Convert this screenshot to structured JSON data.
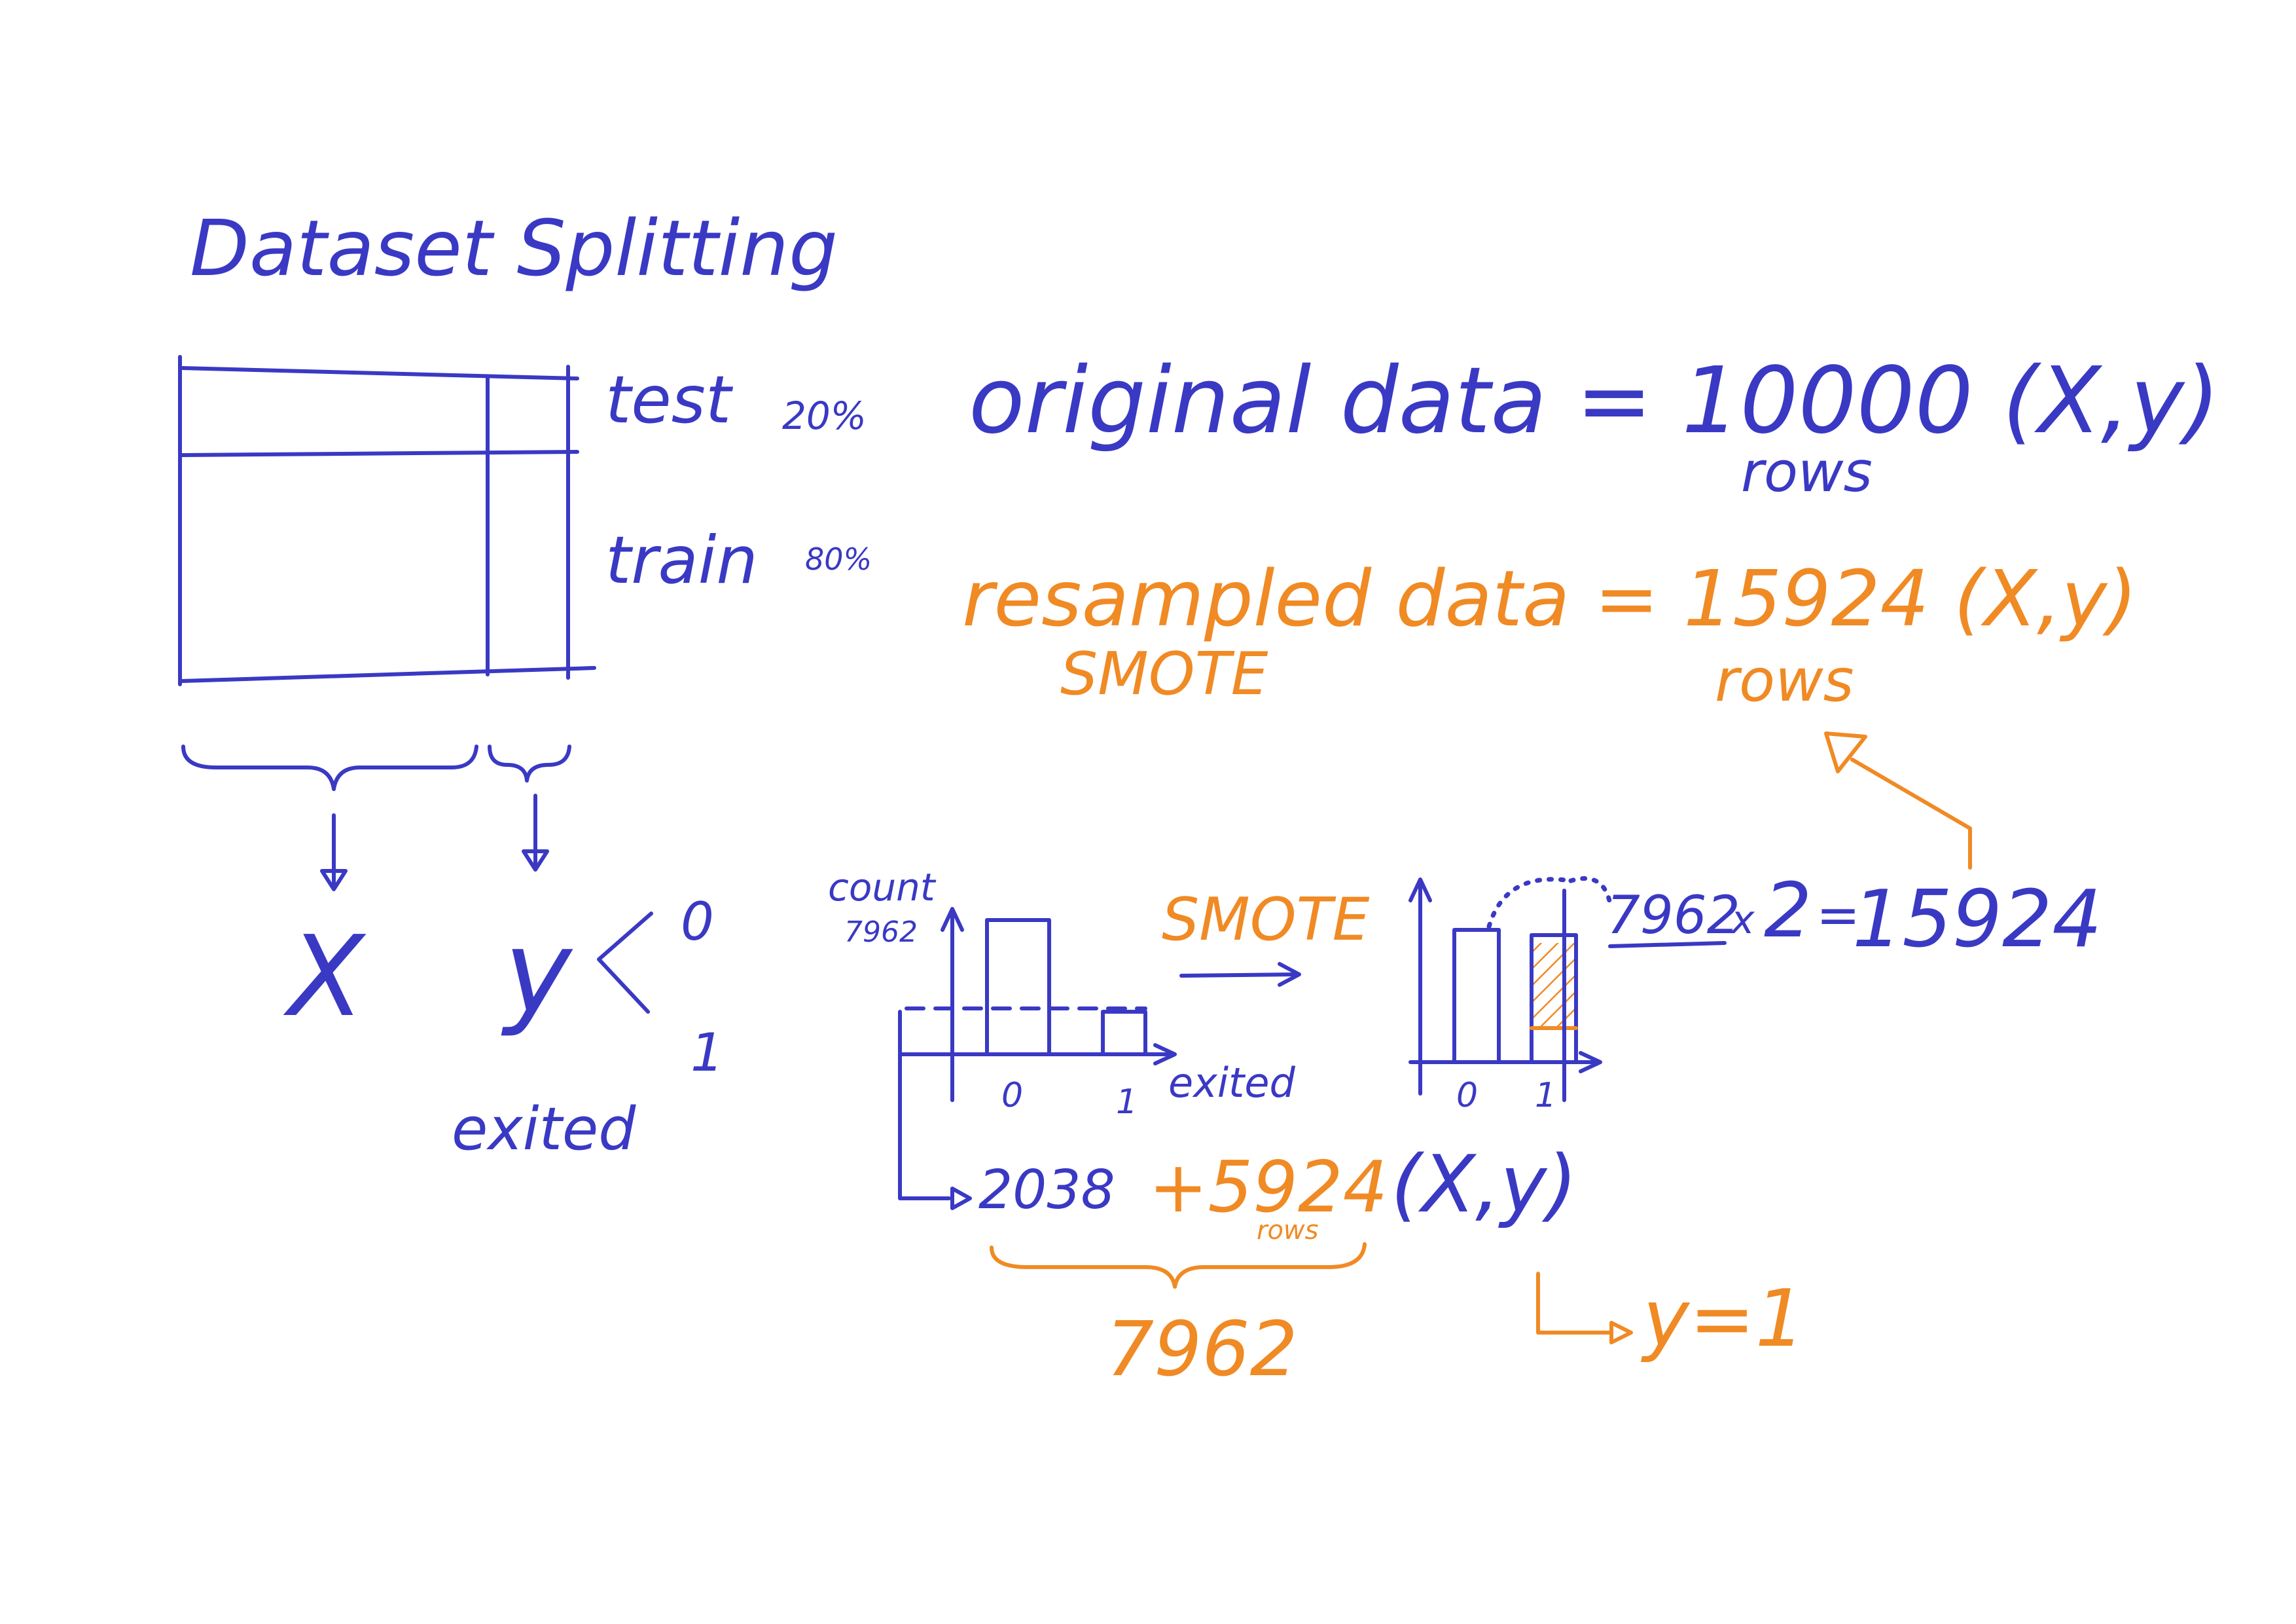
{
  "title": "Dataset Splitting",
  "split": {
    "test_label": "test",
    "test_pct": "20%",
    "train_label": "train",
    "train_pct": "80%",
    "x_label": "X",
    "y_label": "y",
    "y_classes": [
      "0",
      "1"
    ],
    "y_caption": "exited"
  },
  "original": {
    "text": "original data = 10000 (X,y)",
    "unit": "rows"
  },
  "resampled": {
    "text": "resampled data = 15924 (X,y)",
    "method": "SMOTE",
    "unit": "rows"
  },
  "before_chart": {
    "ylabel": "count",
    "ytick": "7962",
    "categories": [
      "0",
      "1"
    ],
    "xlabel": "exited"
  },
  "smote_arrow_label": "SMOTE",
  "after_chart": {
    "categories": [
      "0",
      "1"
    ]
  },
  "calc": {
    "base": "7962",
    "times": "x",
    "factor": "2",
    "eq": "=",
    "result": "15924"
  },
  "sum": {
    "minority": "2038",
    "added": "+5924",
    "added_unit": "rows",
    "xy": "(X,y)",
    "total": "7962",
    "target": "y=1"
  },
  "colors": {
    "ink_blue": "#3a39c4",
    "ink_orange": "#f08a24",
    "background": "#ffffff"
  }
}
